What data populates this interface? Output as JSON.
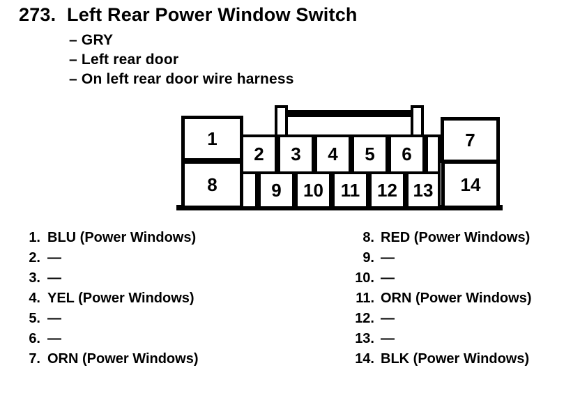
{
  "doc": {
    "item_number": "273.",
    "title": "Left Rear Power Window Switch",
    "details": [
      "– GRY",
      "– Left rear door",
      "– On left rear door wire harness"
    ]
  },
  "connector": {
    "description": "14-cavity connector, front view, with latch rail on top",
    "pins": [
      "1",
      "2",
      "3",
      "4",
      "5",
      "6",
      "7",
      "8",
      "9",
      "10",
      "11",
      "12",
      "13",
      "14"
    ]
  },
  "pin_list": {
    "left": [
      {
        "num": "1.",
        "label": "BLU (Power Windows)"
      },
      {
        "num": "2.",
        "label": "—"
      },
      {
        "num": "3.",
        "label": "—"
      },
      {
        "num": "4.",
        "label": "YEL (Power Windows)"
      },
      {
        "num": "5.",
        "label": "—"
      },
      {
        "num": "6.",
        "label": "—"
      },
      {
        "num": "7.",
        "label": "ORN (Power Windows)"
      }
    ],
    "right": [
      {
        "num": "8.",
        "label": "RED (Power Windows)"
      },
      {
        "num": "9.",
        "label": "—"
      },
      {
        "num": "10.",
        "label": "—"
      },
      {
        "num": "11.",
        "label": "ORN (Power Windows)"
      },
      {
        "num": "12.",
        "label": "—"
      },
      {
        "num": "13.",
        "label": "—"
      },
      {
        "num": "14.",
        "label": "BLK (Power Windows)"
      }
    ]
  }
}
